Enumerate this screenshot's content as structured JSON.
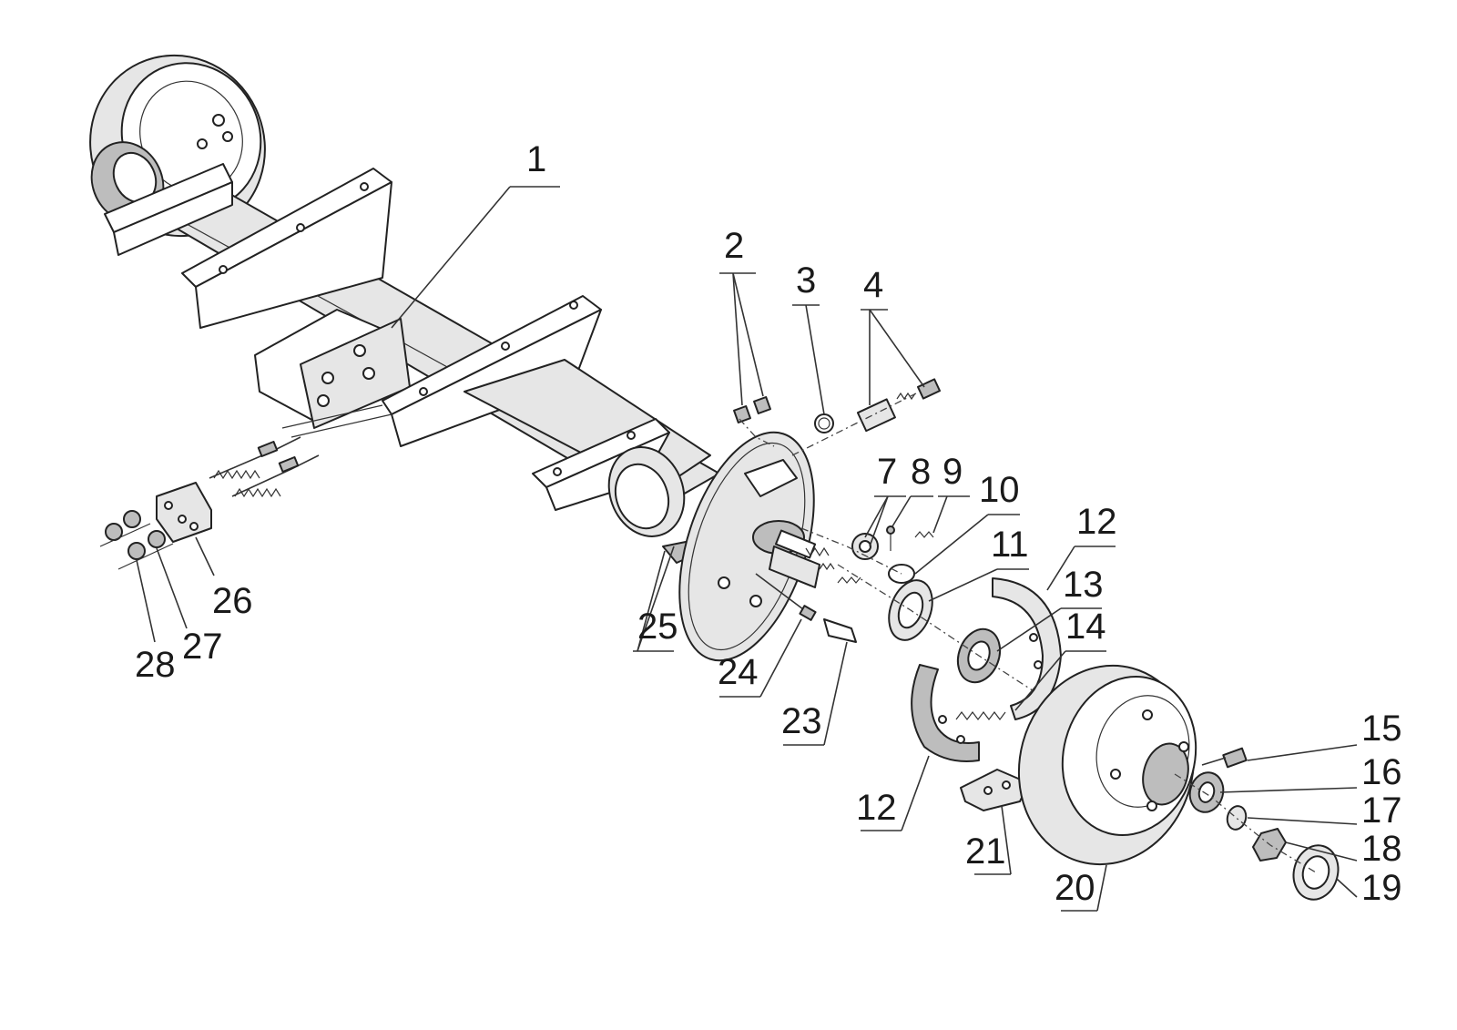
{
  "callouts": [
    {
      "id": "1",
      "text": "1"
    },
    {
      "id": "2",
      "text": "2"
    },
    {
      "id": "3",
      "text": "3"
    },
    {
      "id": "4",
      "text": "4"
    },
    {
      "id": "7",
      "text": "7"
    },
    {
      "id": "8",
      "text": "8"
    },
    {
      "id": "9",
      "text": "9"
    },
    {
      "id": "10",
      "text": "10"
    },
    {
      "id": "11",
      "text": "11"
    },
    {
      "id": "12a",
      "text": "12"
    },
    {
      "id": "13",
      "text": "13"
    },
    {
      "id": "14",
      "text": "14"
    },
    {
      "id": "15",
      "text": "15"
    },
    {
      "id": "16",
      "text": "16"
    },
    {
      "id": "17",
      "text": "17"
    },
    {
      "id": "18",
      "text": "18"
    },
    {
      "id": "19",
      "text": "19"
    },
    {
      "id": "20",
      "text": "20"
    },
    {
      "id": "21",
      "text": "21"
    },
    {
      "id": "12b",
      "text": "12"
    },
    {
      "id": "23",
      "text": "23"
    },
    {
      "id": "24",
      "text": "24"
    },
    {
      "id": "25",
      "text": "25"
    },
    {
      "id": "26",
      "text": "26"
    },
    {
      "id": "27",
      "text": "27"
    },
    {
      "id": "28",
      "text": "28"
    }
  ]
}
